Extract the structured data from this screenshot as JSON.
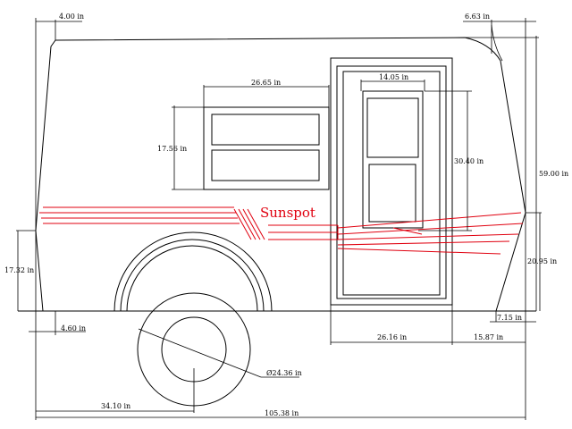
{
  "brand": {
    "name": "Sunspot",
    "color": "#e0000f"
  },
  "line_color": "#000000",
  "dimensions": {
    "front_top_offset": "4.00 in",
    "rear_top_offset": "6.63 in",
    "window_width": "26.65 in",
    "window_height": "17.56 in",
    "door_window_width": "14.05 in",
    "door_window_height": "30.40 in",
    "overall_height": "59.00 in",
    "rear_lower_height": "20.95 in",
    "front_lower_height": "17.32 in",
    "front_bottom_offset": "4.60 in",
    "rear_bottom_offset": "7.15 in",
    "door_width": "26.16 in",
    "door_to_rear": "15.87 in",
    "wheel_diameter": "Ø24.36 in",
    "axle_position": "34.10 in",
    "overall_length": "105.38 in"
  }
}
